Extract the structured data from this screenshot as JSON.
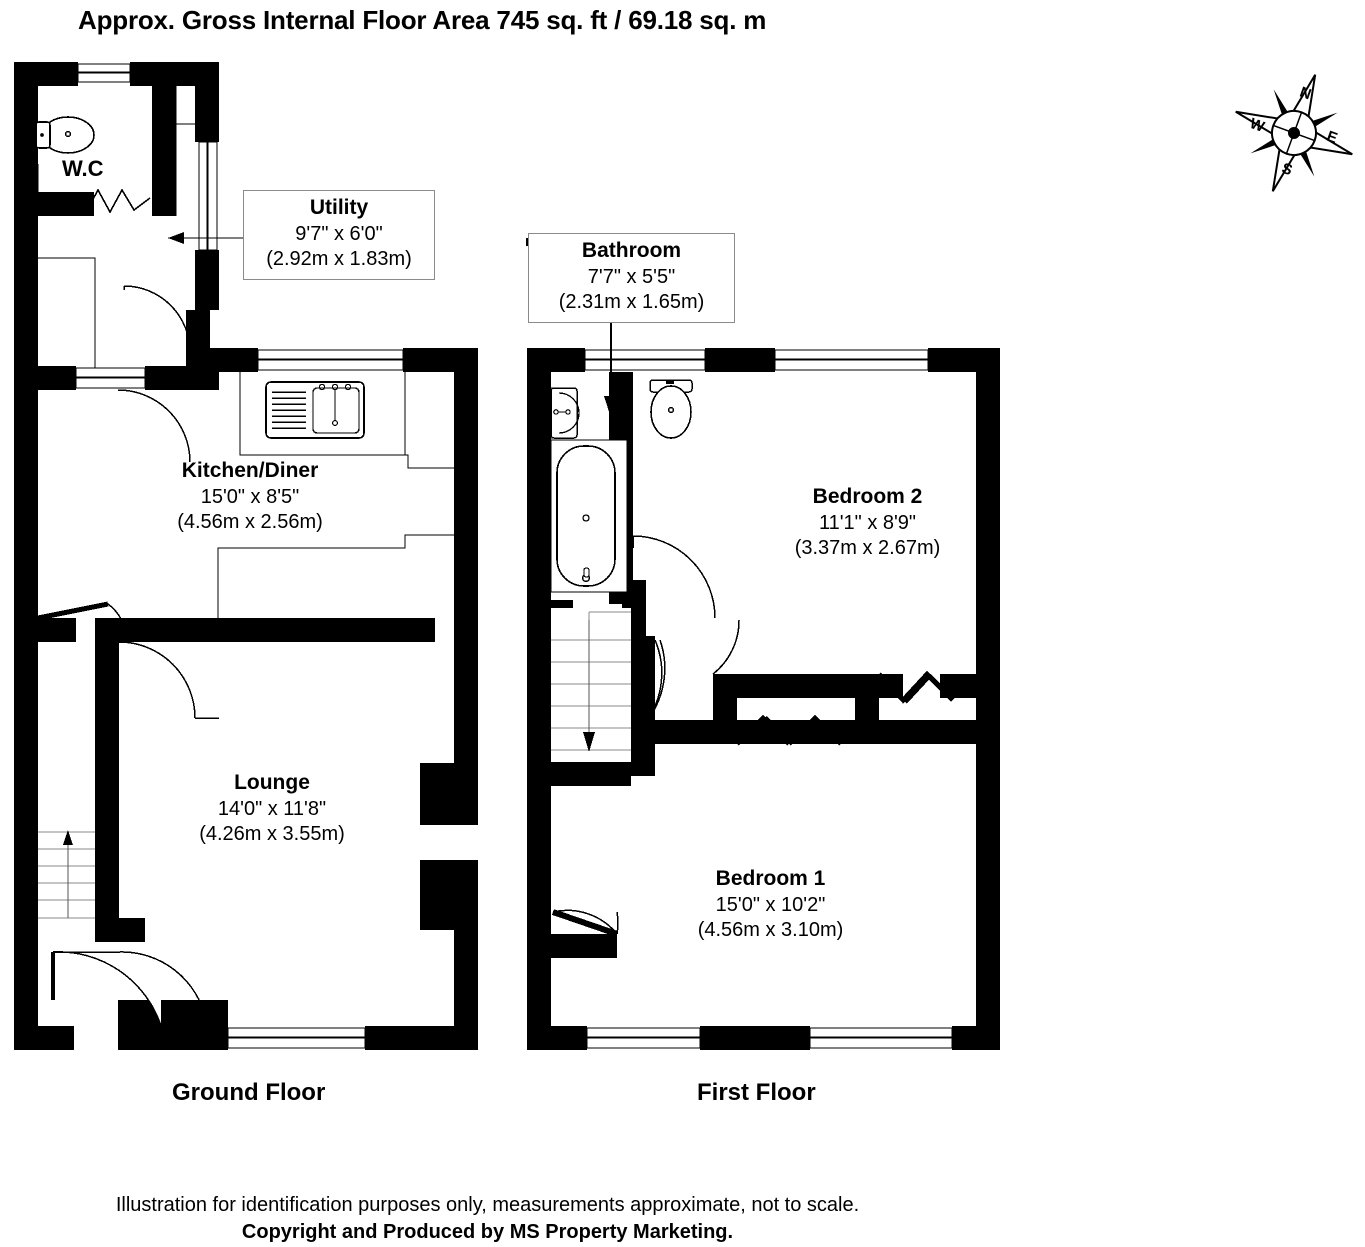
{
  "title": "Approx. Gross Internal Floor Area 745 sq. ft / 69.18 sq. m",
  "floors": {
    "ground": {
      "caption": "Ground Floor"
    },
    "first": {
      "caption": "First Floor"
    }
  },
  "rooms": [
    {
      "key": "wc",
      "name": "W.C",
      "imperial": "",
      "metric": "",
      "boxed": false
    },
    {
      "key": "utility",
      "name": "Utility",
      "imperial": "9'7\" x 6'0\"",
      "metric": "(2.92m x 1.83m)",
      "boxed": true
    },
    {
      "key": "kitchen_diner",
      "name": "Kitchen/Diner",
      "imperial": "15'0\" x 8'5\"",
      "metric": "(4.56m x 2.56m)",
      "boxed": false
    },
    {
      "key": "lounge",
      "name": "Lounge",
      "imperial": "14'0\" x 11'8\"",
      "metric": "(4.26m x 3.55m)",
      "boxed": false
    },
    {
      "key": "bathroom",
      "name": "Bathroom",
      "imperial": "7'7\" x 5'5\"",
      "metric": "(2.31m x 1.65m)",
      "boxed": true
    },
    {
      "key": "bedroom2",
      "name": "Bedroom 2",
      "imperial": "11'1\" x 8'9\"",
      "metric": "(3.37m x 2.67m)",
      "boxed": false
    },
    {
      "key": "bedroom1",
      "name": "Bedroom 1",
      "imperial": "15'0\" x 10'2\"",
      "metric": "(4.56m x 3.10m)",
      "boxed": false
    }
  ],
  "compass": {
    "north": "N",
    "east": "E",
    "south": "S",
    "west": "W"
  },
  "footer": {
    "disclaimer": "Illustration for identification purposes only, measurements approximate, not to scale.",
    "copyright": "Copyright and Produced by MS Property Marketing."
  },
  "colors": {
    "wall": "#000000",
    "fixture_outline": "#222222",
    "label_box_border": "#8a8a8a",
    "background": "#ffffff"
  }
}
